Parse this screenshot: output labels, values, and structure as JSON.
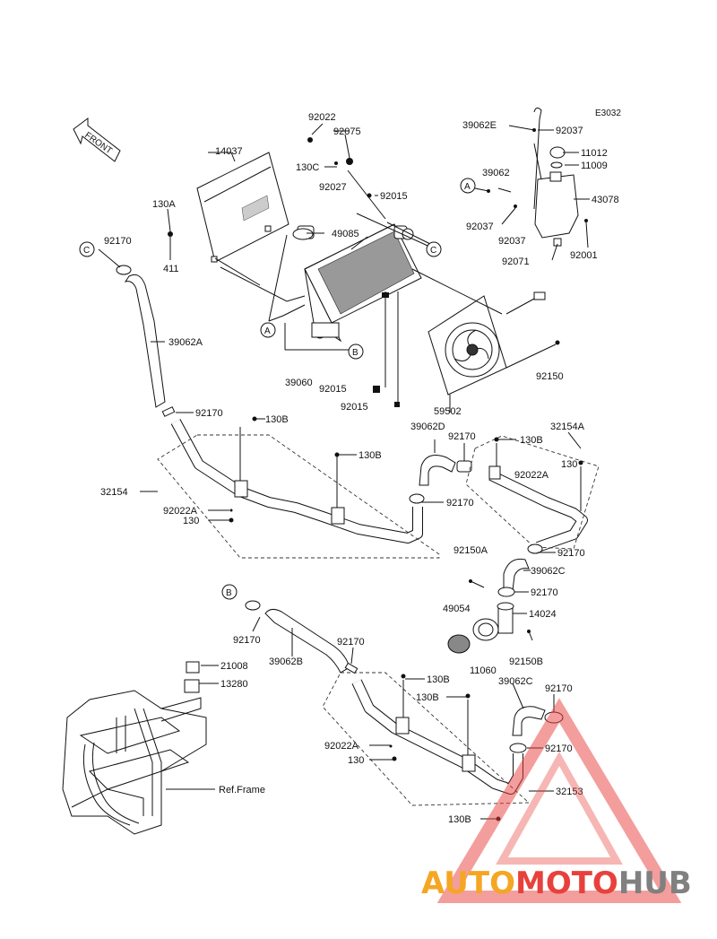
{
  "diagram": {
    "code": "E3032",
    "front_label": "FRONT",
    "ref_frame_label": "Ref.Frame",
    "callouts": [
      "A",
      "B",
      "C"
    ]
  },
  "parts": {
    "p14037": "14037",
    "p130A": "130A",
    "p411": "411",
    "p92022_top": "92022",
    "p92075": "92075",
    "p130C": "130C",
    "p92027": "92027",
    "p92015_top": "92015",
    "p49085": "49085",
    "p39062E": "39062E",
    "p92037_a": "92037",
    "p11012": "11012",
    "p11009": "11009",
    "p39062": "39062",
    "p43078": "43078",
    "p92037_b": "92037",
    "p92037_c": "92037",
    "p92071": "92071",
    "p92001": "92001",
    "p92170_c": "92170",
    "p39062A": "39062A",
    "p39060": "39060",
    "p92015_mid": "92015",
    "p92015_bot": "92015",
    "p92150": "92150",
    "p59502": "59502",
    "p92170_mid": "92170",
    "p130B_1": "130B",
    "p130B_2": "130B",
    "p32154": "32154",
    "p92022A_1": "92022A",
    "p130_1": "130",
    "p39062D": "39062D",
    "p92170_d": "92170",
    "p130B_3": "130B",
    "p32154A": "32154A",
    "p130_2": "130",
    "p92022A_2": "92022A",
    "p92170_e": "92170",
    "p92170_f": "92170",
    "p92150A": "92150A",
    "p39062C_1": "39062C",
    "p92170_g": "92170",
    "p49054": "49054",
    "p14024": "14024",
    "p11060": "11060",
    "p92150B": "92150B",
    "p92170_h": "92170",
    "p39062B": "39062B",
    "p92170_i": "92170",
    "p21008": "21008",
    "p13280": "13280",
    "p130B_4": "130B",
    "p130B_5": "130B",
    "p39062C_2": "39062C",
    "p92170_j": "92170",
    "p92170_k": "92170",
    "p92022A_3": "92022A",
    "p130_3": "130",
    "p32153": "32153",
    "p130B_6": "130B"
  },
  "watermark": {
    "part1": "AUTO",
    "part2": "MOTO",
    "part3": "HUB",
    "color1": "#f5a623",
    "color2": "#e8413c",
    "color3": "#808080"
  }
}
